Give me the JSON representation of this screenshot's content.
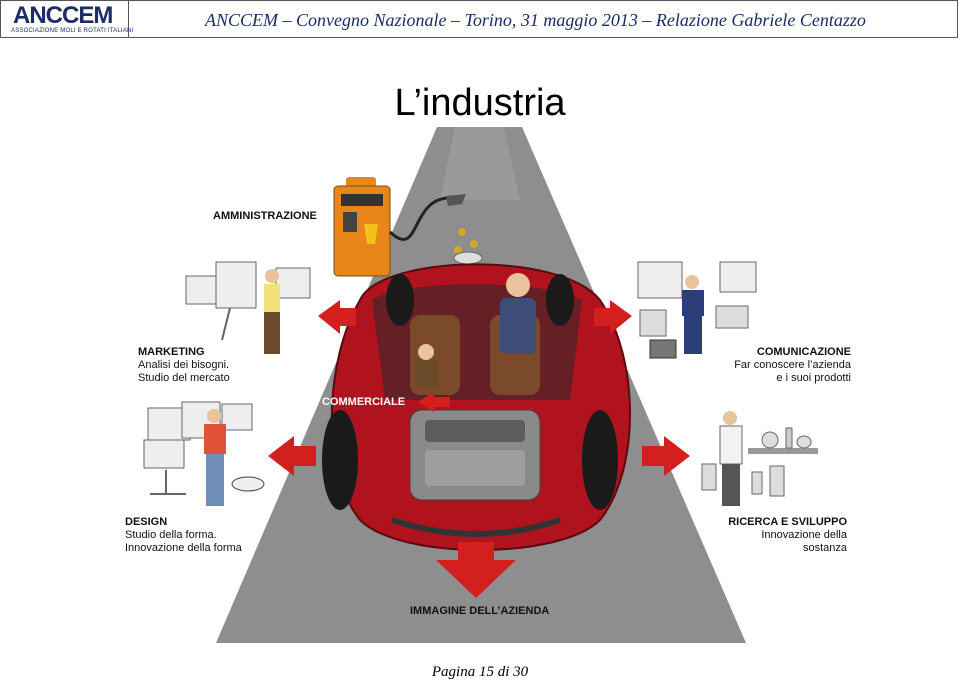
{
  "header": {
    "logo_text": "ANCCEM",
    "logo_subtitle": "ASSOCIAZIONE MOLI E ROTATI ITALIANI",
    "title": "ANCCEM – Convegno Nazionale – Torino, 31 maggio 2013 – Relazione Gabriele Centazzo"
  },
  "page_title": "L’industria",
  "labels": {
    "amministrazione": "AMMINISTRAZIONE",
    "marketing": "MARKETING",
    "marketing_l1": "Analisi dei bisogni.",
    "marketing_l2": "Studio del mercato",
    "comunicazione": "COMUNICAZIONE",
    "comunicazione_l1": "Far conoscere l’azienda",
    "comunicazione_l2": "e i suoi prodotti",
    "commerciale": "COMMERCIALE",
    "design": "DESIGN",
    "design_l1": "Studio della forma.",
    "design_l2": "Innovazione della forma",
    "ricerca": "RICERCA E SVILUPPO",
    "ricerca_l1": "Innovazione della",
    "ricerca_l2": "sostanza",
    "immagine": "IMMAGINE DELL’AZIENDA"
  },
  "footer": "Pagina 15 di 30",
  "colors": {
    "header_text": "#1b2c66",
    "triangle": "#8e8e8e",
    "arrow": "#d3201e",
    "car": "#b0121e"
  }
}
